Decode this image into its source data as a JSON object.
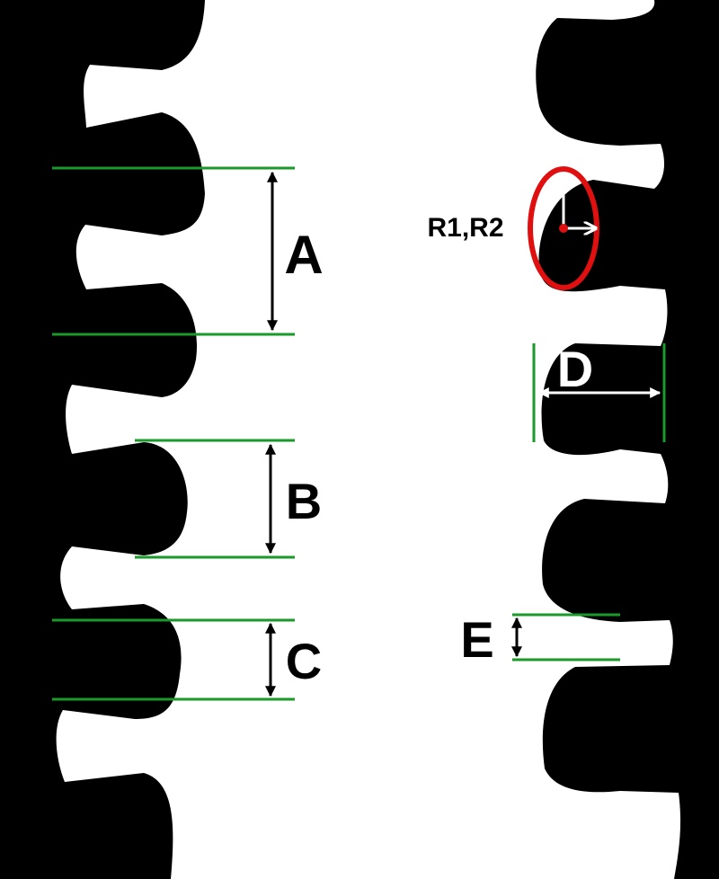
{
  "labels": {
    "a": "A",
    "b": "B",
    "c": "C",
    "d": "D",
    "e": "E",
    "r": "R1,R2"
  },
  "colors": {
    "background": "#ffffff",
    "structure": "#000000",
    "guide_line": "#1a9a2a",
    "ellipse": "#e01010",
    "arrow_dark": "#000000",
    "arrow_light": "#ffffff"
  }
}
